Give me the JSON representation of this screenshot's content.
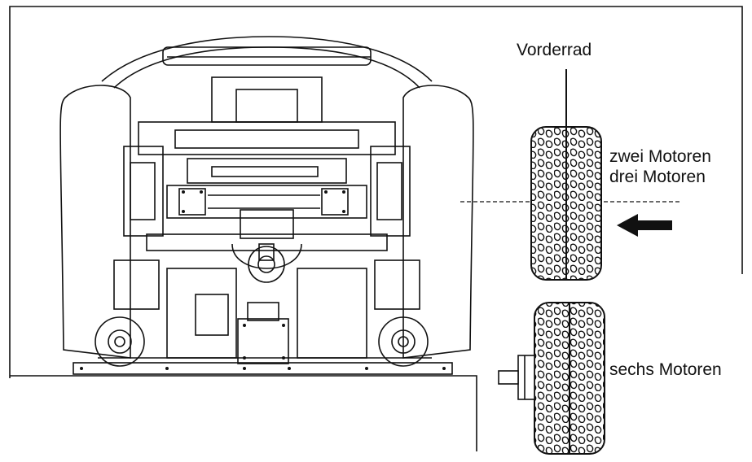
{
  "labels": {
    "front_wheel": "Vorderrad",
    "two_motors": "zwei Motoren",
    "three_motors": "drei Motoren",
    "six_motors": "sechs Motoren"
  },
  "colors": {
    "stroke": "#111111",
    "background": "#ffffff"
  },
  "icons": {
    "arrow": "arrow-left-icon"
  }
}
